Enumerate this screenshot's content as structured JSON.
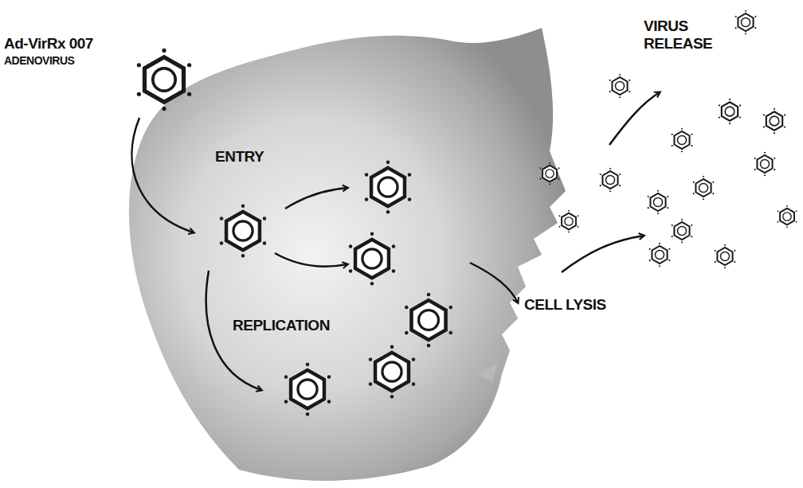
{
  "diagram": {
    "labels": [
      "Ad-VirRx 007",
      "ADENOVIRUS",
      "ENTRY",
      "REPLICATION",
      "CELL LYSIS",
      "VIRUS RELEASE"
    ]
  }
}
